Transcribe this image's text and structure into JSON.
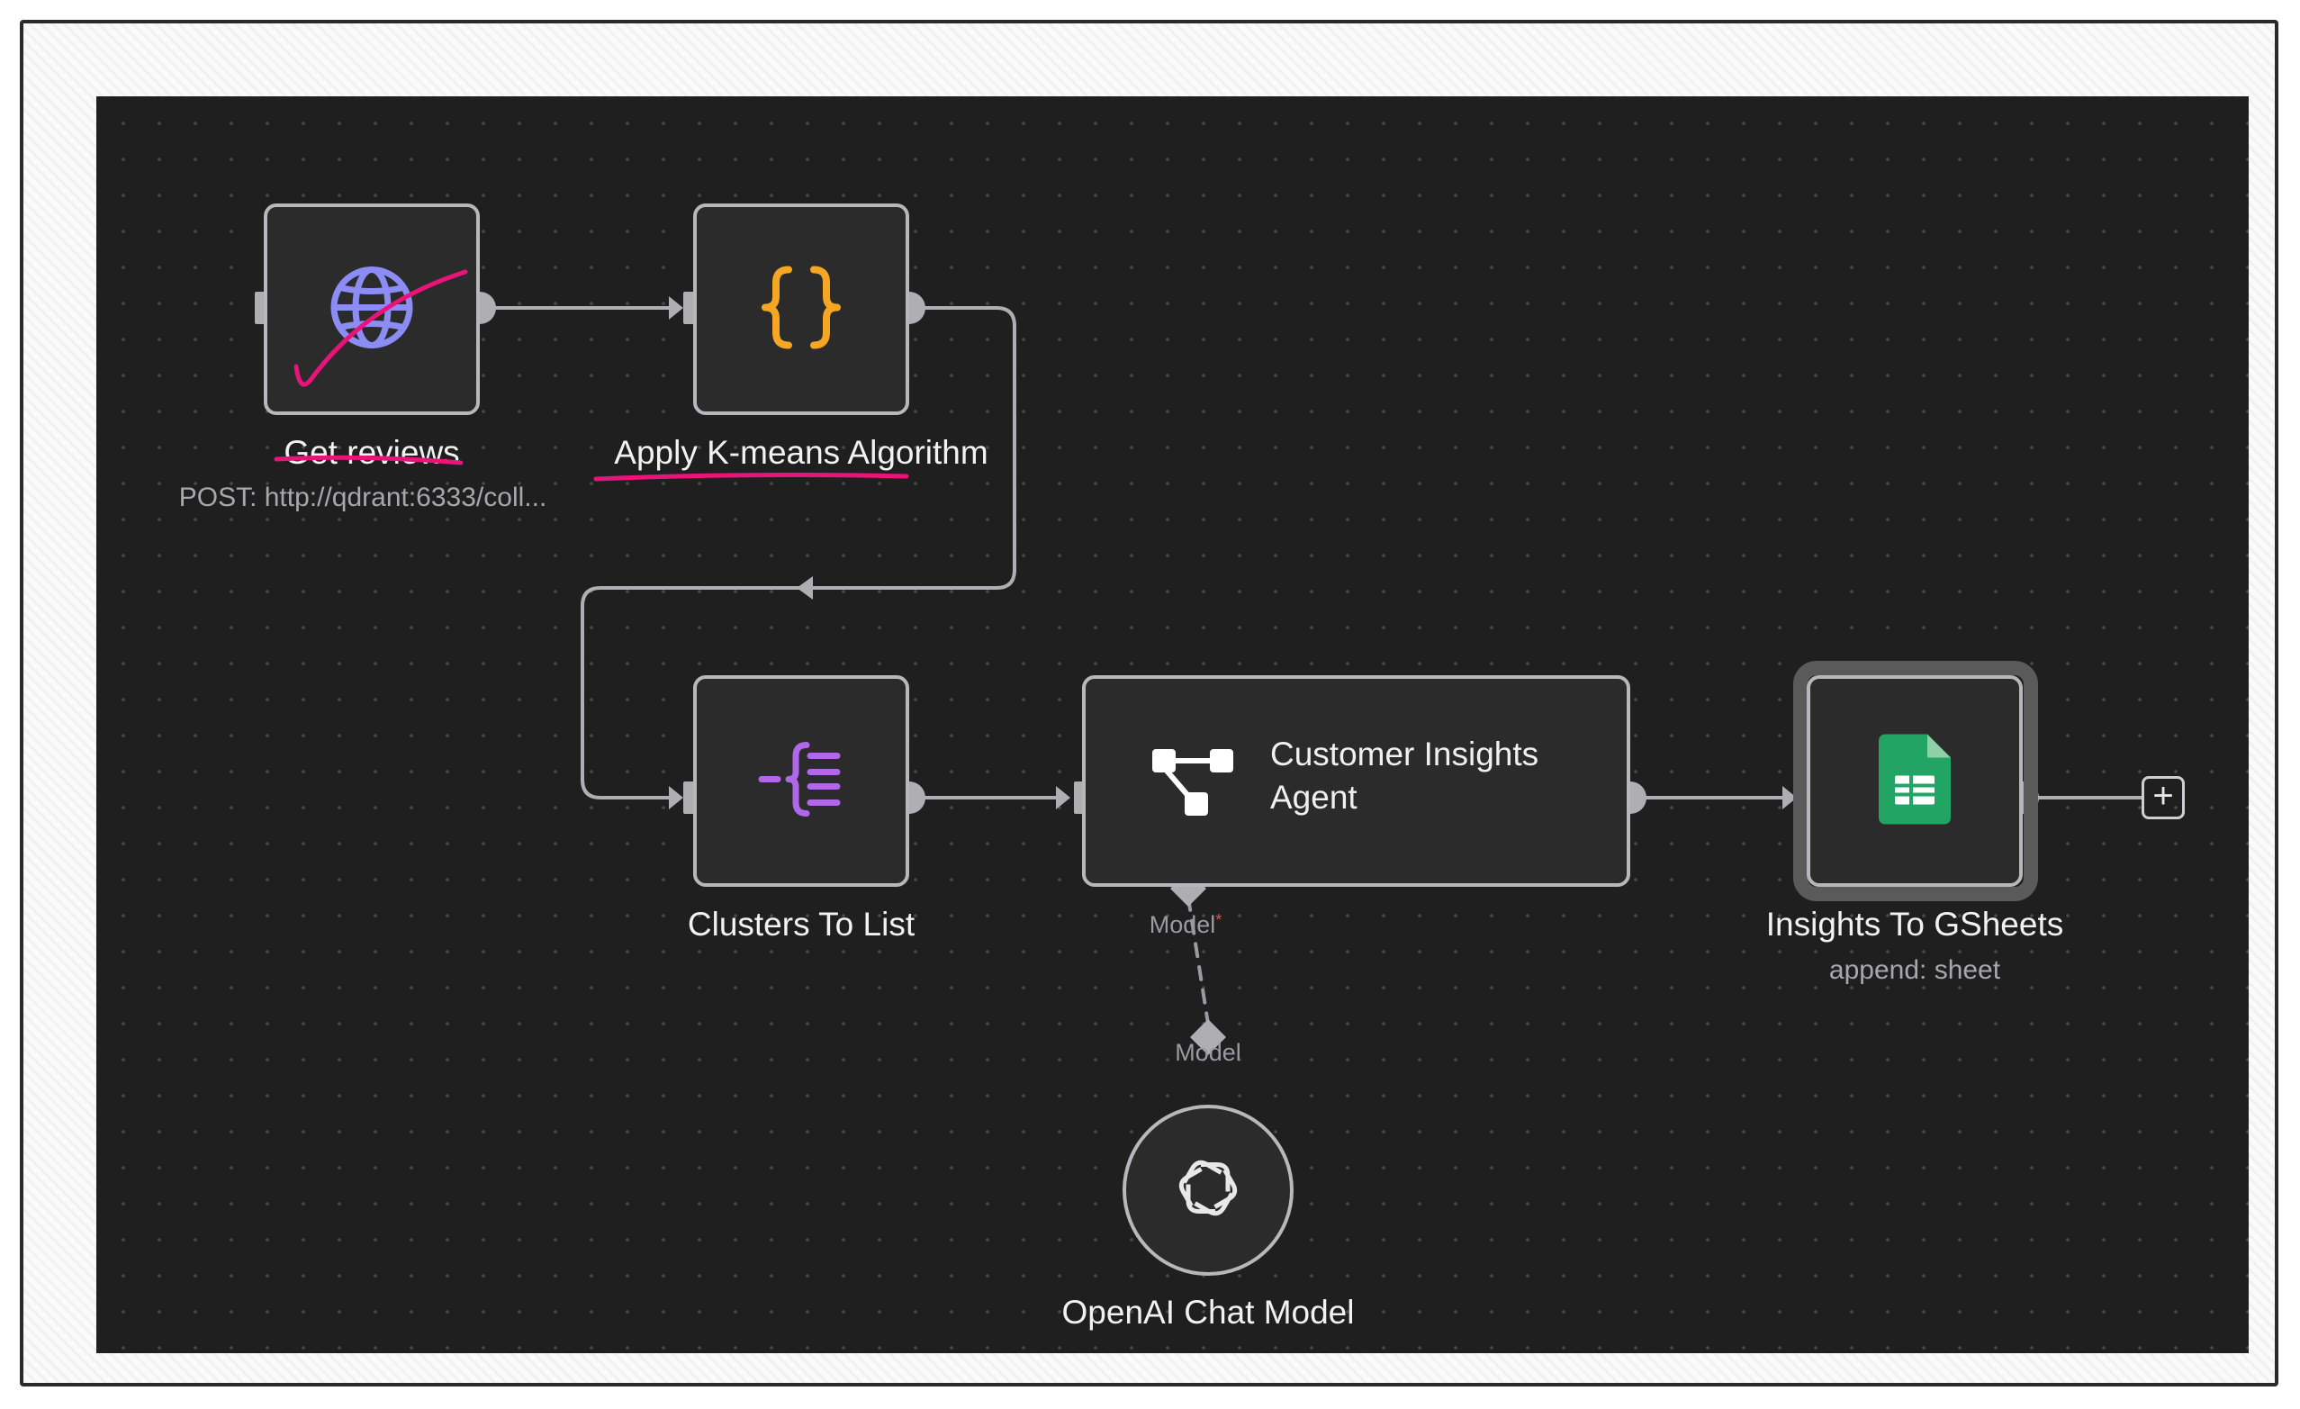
{
  "nodes": {
    "get_reviews": {
      "label": "Get reviews",
      "subtitle": "POST: http://qdrant:6333/coll..."
    },
    "kmeans": {
      "label": "Apply K-means Algorithm"
    },
    "clusters": {
      "label": "Clusters To List"
    },
    "agent": {
      "title_line1": "Customer Insights",
      "title_line2": "Agent",
      "port_label": "Model",
      "port_required": "*"
    },
    "openai": {
      "label": "OpenAI Chat Model",
      "port_label": "Model"
    },
    "gsheets": {
      "label": "Insights To GSheets",
      "subtitle": "append: sheet"
    }
  },
  "icons": {
    "get_reviews": "globe-icon",
    "kmeans": "curly-braces-icon",
    "clusters": "split-out-icon",
    "agent": "robot-agent-icon",
    "openai": "openai-icon",
    "gsheets": "google-sheets-icon",
    "add": "plus-icon"
  },
  "add_button": {
    "symbol": "+"
  },
  "colors": {
    "canvas": "#1f1f1f",
    "node_border": "#b8b8bc",
    "node_fill": "#2b2b2c",
    "edge": "#aeaeb3",
    "globe": "#8c8cf5",
    "braces": "#f5a623",
    "split_out": "#b067e9",
    "sheets": "#21a464",
    "annotation": "#e8147a"
  }
}
